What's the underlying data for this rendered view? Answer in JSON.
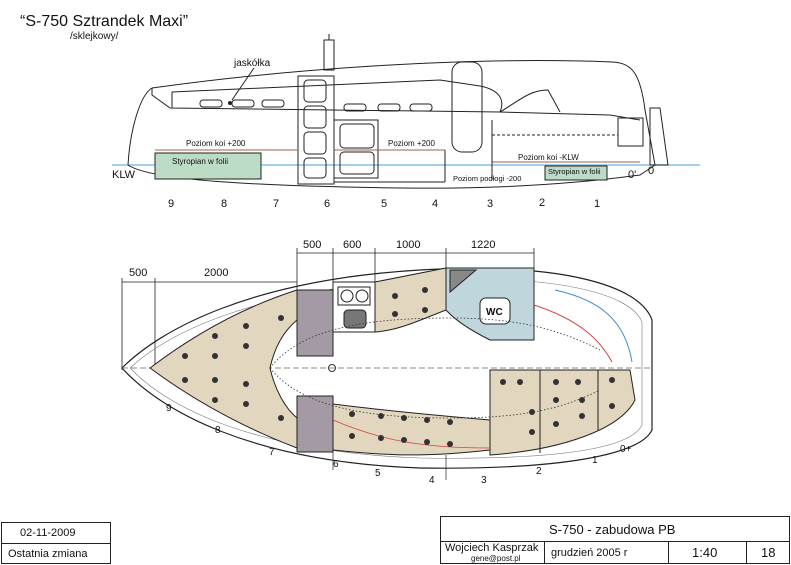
{
  "drawing": {
    "title": "“S-750 Sztrandek Maxi”",
    "subtitle": "/sklejkowy/"
  },
  "side_view": {
    "labels": {
      "jaskolka": "jaskółka",
      "koi_plus": "Poziom koi +200",
      "koi_plus_short": "Poziom +200",
      "koi_klw": "Poziom koi -KLW",
      "podlogi": "Poziom podłogi -200",
      "styro_left": "Styropian w folii",
      "styro_right": "Styropian w folii",
      "klw": "KLW"
    },
    "stations": [
      "9",
      "8",
      "7",
      "6",
      "5",
      "4",
      "3",
      "2",
      "1",
      "0'",
      "0"
    ]
  },
  "plan_view": {
    "dimensions": [
      "500",
      "2000",
      "500",
      "600",
      "1000",
      "1220"
    ],
    "wc": "WC",
    "stations": [
      "9",
      "8",
      "7",
      "6",
      "5",
      "4",
      "3",
      "2",
      "1",
      "0+"
    ]
  },
  "title_block": {
    "date": "02-11-2009",
    "last_change": "Ostatnia zmiana",
    "project": "S-750  - zabudowa PB",
    "author": "Wojciech Kasprzak",
    "email": "gene@post.pl",
    "drawn": "grudzień  2005 r",
    "scale": "1:40",
    "sheet": "18"
  },
  "colors": {
    "bunk": "#e3d6be",
    "wc": "#bed6dc",
    "mast_step": "#a39aa6",
    "styropian": "#bcdcc6",
    "waterline": "#6ab4dc",
    "red_line": "#d24444",
    "blue_line": "#3c8cd2"
  }
}
